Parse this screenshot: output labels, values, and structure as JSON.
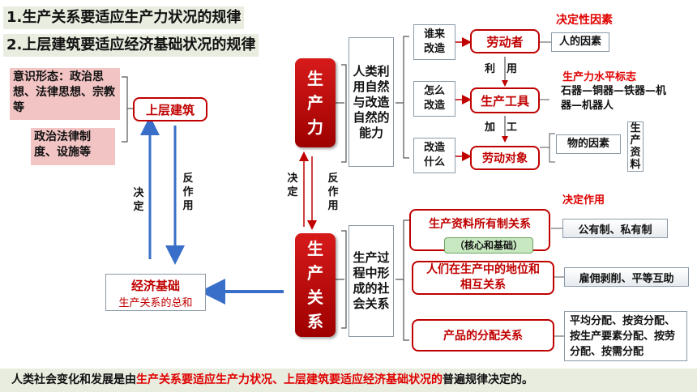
{
  "titles": {
    "line1": "1.生产关系要适应生产力状况的规律",
    "line2": "2.上层建筑要适应经济基础状况的规律"
  },
  "ideology": "意识形态：政治思想、法律思想、宗教等",
  "political_legal": "政治法律制度、设施等",
  "superstructure": "上层建筑",
  "decide_left": "决定",
  "react_left": "反作用",
  "economic_base": {
    "title": "经济基础",
    "subtitle": "生产关系的总和"
  },
  "productive_forces": "生产力",
  "decide_mid": "决定",
  "react_mid": "反作用",
  "production_relations": "生产关系",
  "pf_definition": "人类利用自然与改造自然的能力",
  "pr_definition": "生产过程中形成的社会关系",
  "questions": {
    "who": "谁来改造",
    "how": "怎么改造",
    "what": "改造什么"
  },
  "pf_items": {
    "labor": "劳动者",
    "tools": "生产工具",
    "objects": "劳动对象"
  },
  "verbs": {
    "use": "利用",
    "process": "加工"
  },
  "annotations": {
    "decisive_factor": "决定性因素",
    "pf_level_mark": "生产力水平标志",
    "decisive_role": "决定作用"
  },
  "human_factor": "人的因素",
  "tools_history": "石器—铜器—铁器—机器—机器人",
  "material_factor": "物的因素",
  "means_of_production": "生产资料",
  "pr_items": {
    "ownership": "生产资料所有制关系",
    "core": "（核心和基础）",
    "position": "人们在生产中的地位和相互关系",
    "distribution": "产品的分配关系"
  },
  "ownership_types": "公有制、私有制",
  "relation_types": "雇佣剥削、平等互助",
  "distribution_types": "平均分配、按资分配、按生产要素分配、按劳分配、按需分配",
  "footer": {
    "prefix": "人类社会变化和发展是由",
    "highlight": "生产关系要适应生产力状况、上层建筑要适应经济基础状况的",
    "suffix": "普遍规律决定的。"
  },
  "colors": {
    "red": "#c00000",
    "blue": "#3a6fc9",
    "pink": "#f3c4c4",
    "footer_bg": "#e8ede0"
  }
}
